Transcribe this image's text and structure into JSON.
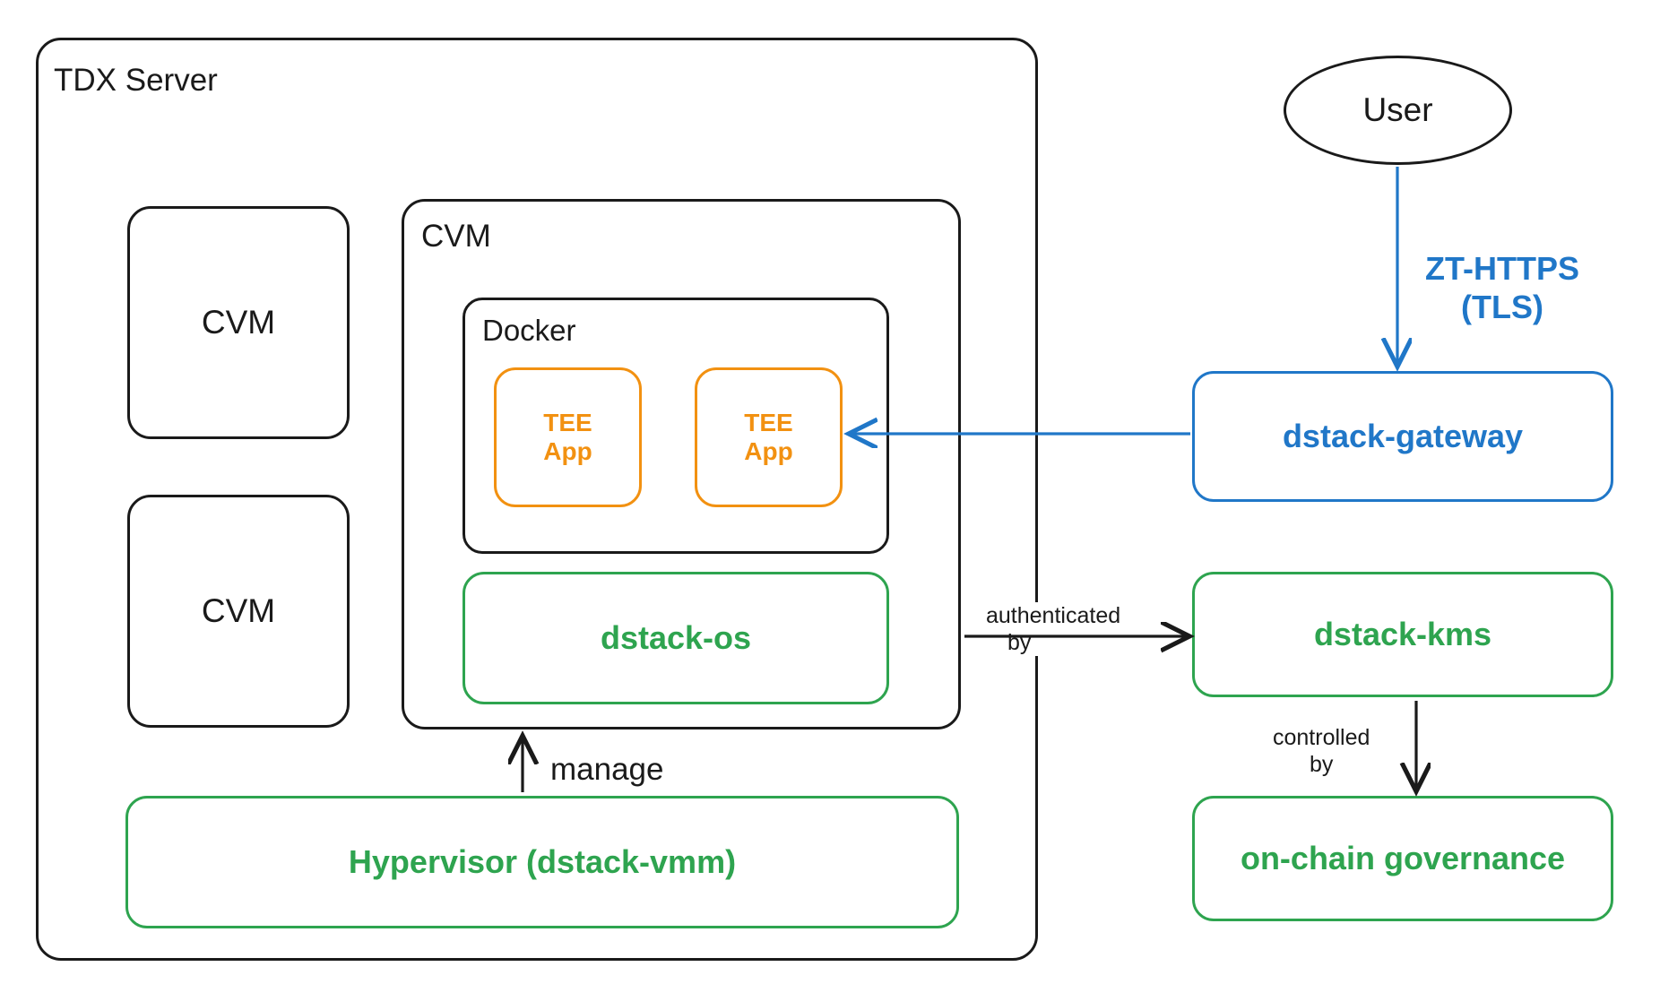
{
  "diagram": {
    "title": "TDX Server architecture with dstack components",
    "colors": {
      "black": "#1a1a1a",
      "green": "#2ea44f",
      "orange": "#f29111",
      "blue": "#2077c8",
      "background": "#ffffff"
    }
  },
  "nodes": {
    "tdx_server": {
      "label": "TDX Server",
      "color": "#1a1a1a"
    },
    "cvm_left_top": {
      "label": "CVM",
      "color": "#1a1a1a"
    },
    "cvm_left_bottom": {
      "label": "CVM",
      "color": "#1a1a1a"
    },
    "cvm_main": {
      "label": "CVM",
      "color": "#1a1a1a"
    },
    "docker": {
      "label": "Docker",
      "color": "#1a1a1a"
    },
    "tee_app_1": {
      "line1": "TEE",
      "line2": "App",
      "color": "#f29111"
    },
    "tee_app_2": {
      "line1": "TEE",
      "line2": "App",
      "color": "#f29111"
    },
    "dstack_os": {
      "label": "dstack-os",
      "color": "#2ea44f"
    },
    "hypervisor": {
      "label": "Hypervisor (dstack-vmm)",
      "color": "#2ea44f"
    },
    "user": {
      "label": "User",
      "color": "#1a1a1a"
    },
    "dstack_gateway": {
      "label": "dstack-gateway",
      "color": "#2077c8"
    },
    "dstack_kms": {
      "label": "dstack-kms",
      "color": "#2ea44f"
    },
    "on_chain_governance": {
      "label": "on-chain governance",
      "color": "#2ea44f"
    }
  },
  "edges": {
    "user_to_gateway": {
      "line1": "ZT-HTTPS",
      "line2": "(TLS)",
      "color": "#2077c8"
    },
    "gateway_to_tee_app": {
      "label": "",
      "color": "#2077c8"
    },
    "os_to_kms": {
      "line1": "authenticated",
      "line2": "by",
      "color": "#1a1a1a"
    },
    "kms_to_governance": {
      "line1": "controlled",
      "line2": "by",
      "color": "#1a1a1a"
    },
    "hypervisor_to_cvm": {
      "label": "manage",
      "color": "#1a1a1a"
    }
  }
}
